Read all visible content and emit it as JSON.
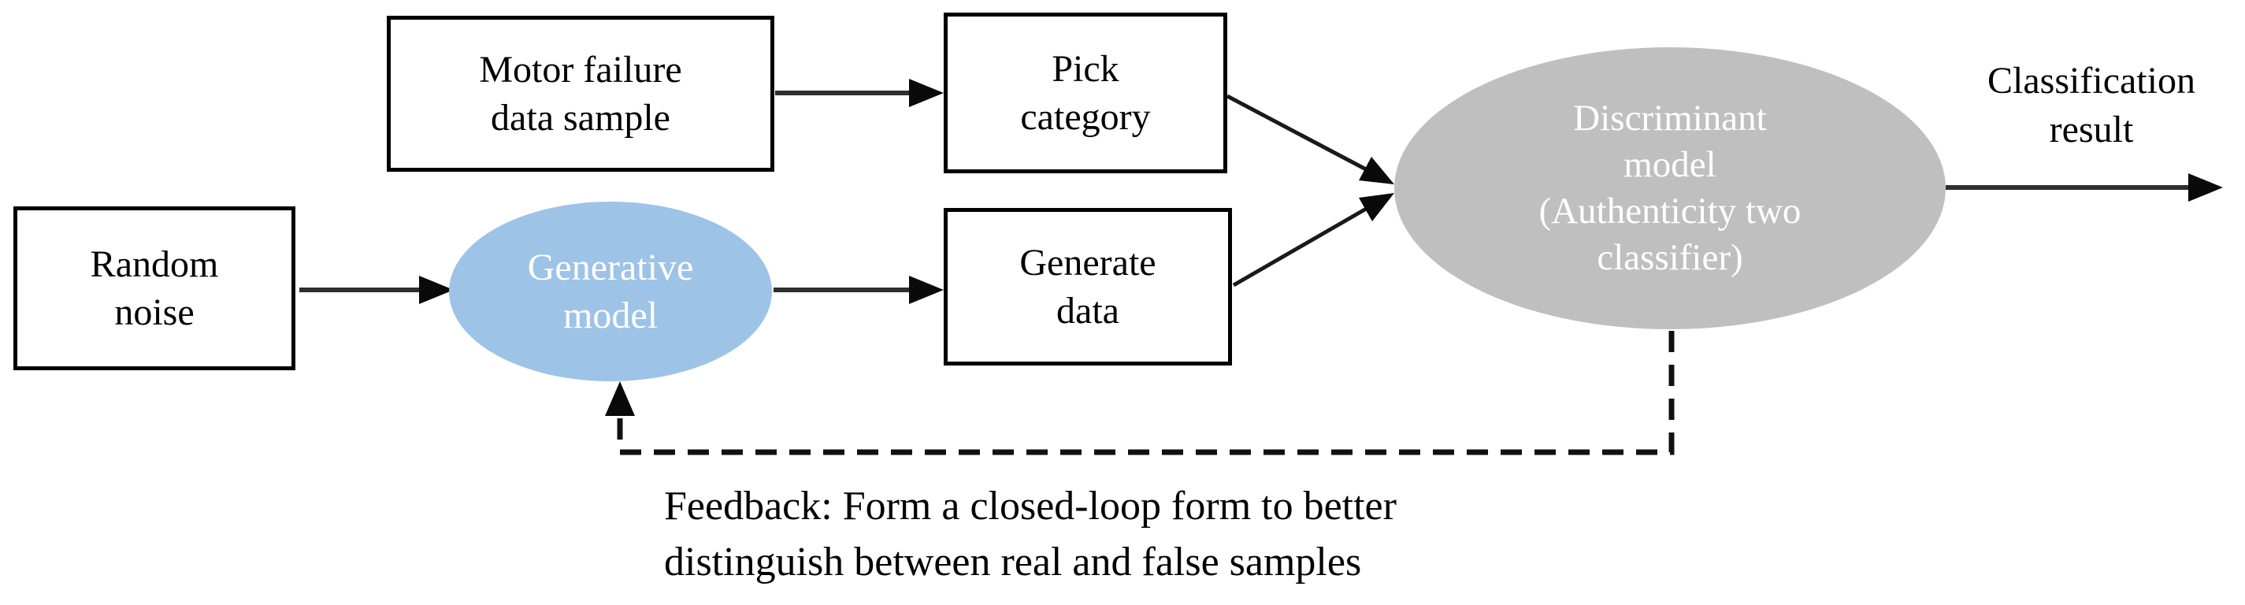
{
  "diagram": {
    "background": "#ffffff",
    "nodes": {
      "random_noise": {
        "shape": "rect",
        "label": "Random\nnoise"
      },
      "motor_failure": {
        "shape": "rect",
        "label": "Motor failure\ndata sample"
      },
      "pick_category": {
        "shape": "rect",
        "label": "Pick\ncategory"
      },
      "generate_data": {
        "shape": "rect",
        "label": "Generate\ndata"
      },
      "generative_model": {
        "shape": "ellipse",
        "label": "Generative\nmodel",
        "fill": "#9DC3E6",
        "text_color": "#ffffff"
      },
      "discriminant_model": {
        "shape": "ellipse",
        "label": "Discriminant\nmodel\n(Authenticity two\nclassifier)",
        "fill": "#BFBFBF",
        "text_color": "#ffffff"
      },
      "classification_result": {
        "shape": "text",
        "label": "Classification\nresult"
      }
    },
    "feedback_note": "Feedback: Form a closed-loop form to better\ndistinguish between real and false samples",
    "edges": [
      {
        "from": "motor_failure",
        "to": "pick_category",
        "style": "solid"
      },
      {
        "from": "random_noise",
        "to": "generative_model",
        "style": "solid"
      },
      {
        "from": "generative_model",
        "to": "generate_data",
        "style": "solid"
      },
      {
        "from": "pick_category",
        "to": "discriminant_model",
        "style": "solid"
      },
      {
        "from": "generate_data",
        "to": "discriminant_model",
        "style": "solid"
      },
      {
        "from": "discriminant_model",
        "to": "classification_result",
        "style": "solid"
      },
      {
        "from": "discriminant_model",
        "to": "generative_model",
        "style": "dashed"
      }
    ],
    "colors": {
      "box_border": "#000000",
      "box_fill": "#ffffff",
      "box_text": "#000000",
      "connector": "#2f2f2f",
      "arrowhead": "#0a0a0a",
      "dashed_line": "#111111",
      "generative_fill": "#9DC3E6",
      "discriminant_fill": "#BFBFBF",
      "ellipse_text": "#ffffff"
    }
  }
}
